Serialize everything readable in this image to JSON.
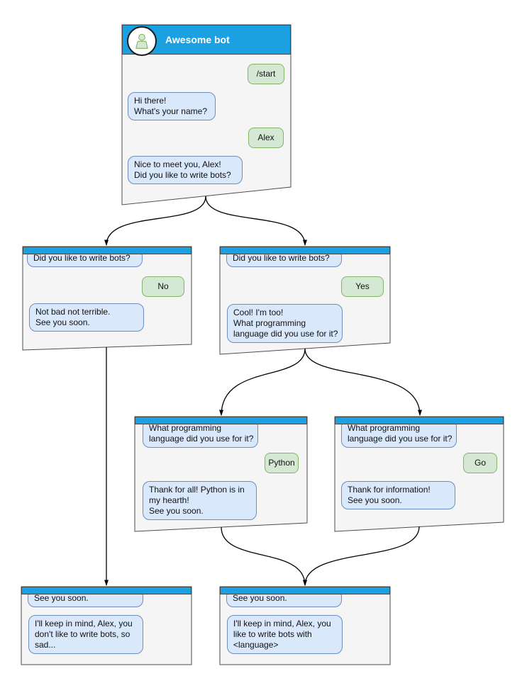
{
  "diagram": {
    "type": "chatbot-conversation-flow",
    "colors": {
      "header_blue": "#1ba1e2",
      "bot_bubble_fill": "#dae8fc",
      "bot_bubble_border": "#6c8ebf",
      "user_bubble_fill": "#d5e8d4",
      "user_bubble_border": "#82b366",
      "window_fill": "#f5f5f5",
      "window_border": "#4d4d4d",
      "arrow_color": "#000000"
    }
  },
  "main_window": {
    "title": "Awesome bot",
    "avatar_icon": "person-icon",
    "user_start": "/start",
    "bot_greeting": "Hi there!\nWhat's your name?",
    "user_name": "Alex",
    "bot_question": "Nice to meet you, Alex!\nDid you like to write bots?"
  },
  "no_branch": {
    "bot_question": "Did you like to write bots?",
    "user_answer": "No",
    "bot_reply": "Not bad not terrible.\nSee you soon."
  },
  "yes_branch": {
    "bot_question": "Did you like to write bots?",
    "user_answer": "Yes",
    "bot_reply": "Cool! I'm too!\nWhat programming\nlanguage did you use for it?"
  },
  "python_branch": {
    "bot_question": "What programming\nlanguage did you use for it?",
    "user_answer": "Python",
    "bot_reply": "Thank for all! Python is in\nmy hearth!\nSee you soon."
  },
  "go_branch": {
    "bot_question": "What programming\nlanguage did you use for it?",
    "user_answer": "Go",
    "bot_reply": "Thank for information!\nSee you soon."
  },
  "end_no": {
    "bot_message": "See you soon.",
    "bot_reply": "I'll keep in mind, Alex, you\ndon't like to write bots, so\nsad..."
  },
  "end_yes": {
    "bot_message": "See you soon.",
    "bot_reply": "I'll keep in mind, Alex, you\nlike to write bots with\n<language>"
  },
  "edges": [
    {
      "from": "main-window",
      "to": "no-branch-window"
    },
    {
      "from": "main-window",
      "to": "yes-branch-window"
    },
    {
      "from": "yes-branch-window",
      "to": "python-branch-window"
    },
    {
      "from": "yes-branch-window",
      "to": "go-branch-window"
    },
    {
      "from": "no-branch-window",
      "to": "end-no-window"
    },
    {
      "from": "python-branch-window",
      "to": "end-yes-window"
    },
    {
      "from": "go-branch-window",
      "to": "end-yes-window"
    }
  ]
}
